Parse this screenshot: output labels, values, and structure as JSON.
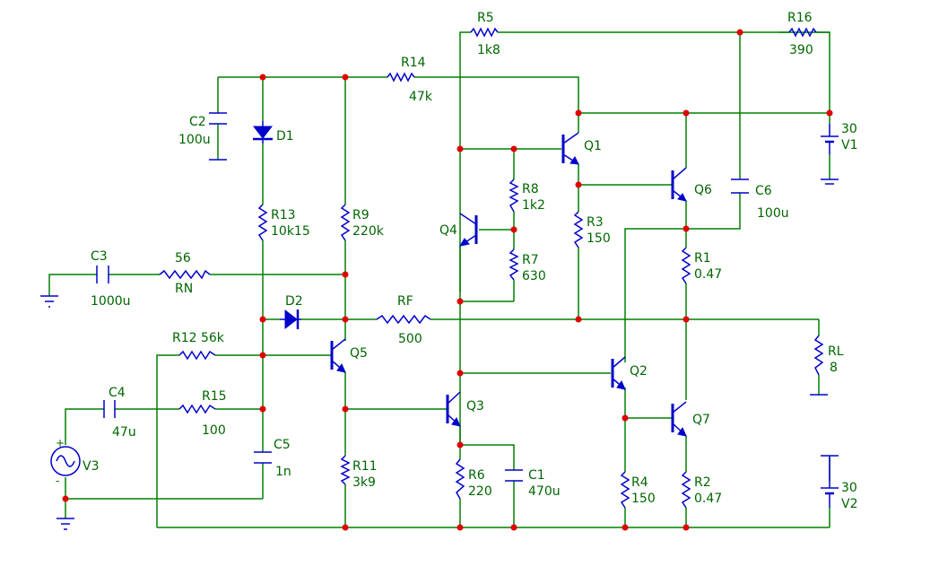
{
  "colors": {
    "wire": "#008000",
    "component": "#0000cc",
    "junction": "#e00000",
    "text": "#006600",
    "background": "#ffffff"
  },
  "labels": {
    "R5": "R5",
    "R5v": "1k8",
    "R16": "R16",
    "R16v": "390",
    "R14": "R14",
    "R14v": "47k",
    "C2": "C2",
    "C2v": "100u",
    "D1": "D1",
    "Q1": "Q1",
    "V1v": "30",
    "V1": "V1",
    "R8": "R8",
    "R8v": "1k2",
    "Q6": "Q6",
    "C6": "C6",
    "C6v": "100u",
    "R13": "R13",
    "R13v": "10k15",
    "R9": "R9",
    "R9v": "220k",
    "Q4": "Q4",
    "R3": "R3",
    "R3v": "150",
    "C3": "C3",
    "C3v": "1000u",
    "RNv": "56",
    "RN": "RN",
    "R7": "R7",
    "R7v": "630",
    "R1": "R1",
    "R1v": "0.47",
    "D2": "D2",
    "RF": "RF",
    "RFv": "500",
    "R12": "R12 56k",
    "Q5": "Q5",
    "RL": "RL",
    "RLv": "8",
    "Q2": "Q2",
    "C4": "C4",
    "C4v": "47u",
    "R15": "R15",
    "R15v": "100",
    "Q3": "Q3",
    "Q7": "Q7",
    "C5": "C5",
    "C5v": "1n",
    "V3": "V3",
    "V3plus": "+",
    "V3minus": "-",
    "R11": "R11",
    "R11v": "3k9",
    "R6": "R6",
    "R6v": "220",
    "C1": "C1",
    "C1v": "470u",
    "R4": "R4",
    "R4v": "150",
    "R2": "R2",
    "R2v": "0.47",
    "V2v": "30",
    "V2": "V2"
  }
}
